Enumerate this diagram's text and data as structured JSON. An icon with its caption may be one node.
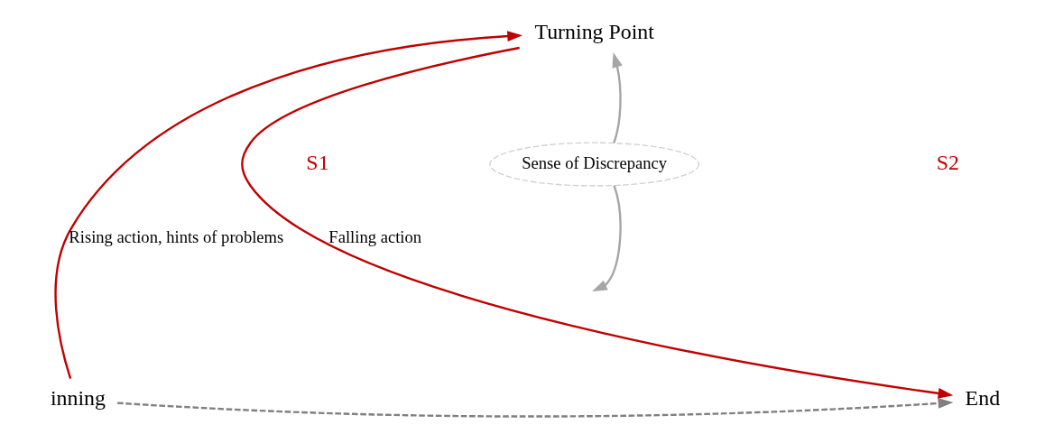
{
  "diagram": {
    "nodes": [
      {
        "text": [
          "inning"
        ]
      },
      {
        "text": [
          "Turning Point"
        ]
      },
      {
        "text": [
          "Sense of Discrepancy"
        ]
      },
      {
        "text": [
          "End"
        ]
      }
    ],
    "edges": [
      {
        "from": 0,
        "to": 1,
        "arrow": "to",
        "label": "Rising action, hints of problems",
        "color": "#c00000"
      },
      {
        "from": 1,
        "to": 3,
        "arrow": "to",
        "label": "Falling action",
        "color": "#c00000"
      },
      {
        "from": 0,
        "to": 3,
        "arrow": "to",
        "style": "dashed",
        "color": "#808080"
      },
      {
        "from": 2,
        "to": 1,
        "arrow": "to",
        "color": "#a6a6a6"
      },
      {
        "from": 2,
        "to": null,
        "arrow": "to",
        "color": "#a6a6a6"
      }
    ],
    "labels": [
      "S1",
      "S2"
    ]
  }
}
